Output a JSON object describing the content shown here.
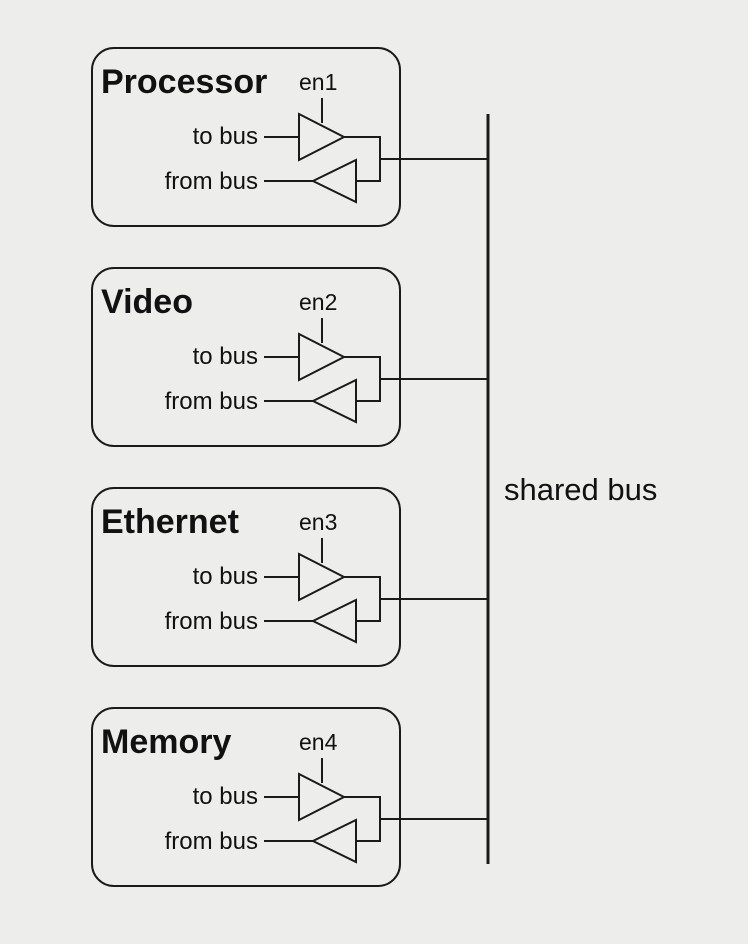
{
  "diagram": {
    "bus_label": "shared bus",
    "modules": [
      {
        "title": "Processor",
        "enable": "en1",
        "to_bus": "to bus",
        "from_bus": "from bus"
      },
      {
        "title": "Video",
        "enable": "en2",
        "to_bus": "to bus",
        "from_bus": "from bus"
      },
      {
        "title": "Ethernet",
        "enable": "en3",
        "to_bus": "to bus",
        "from_bus": "from bus"
      },
      {
        "title": "Memory",
        "enable": "en4",
        "to_bus": "to bus",
        "from_bus": "from bus"
      }
    ]
  }
}
